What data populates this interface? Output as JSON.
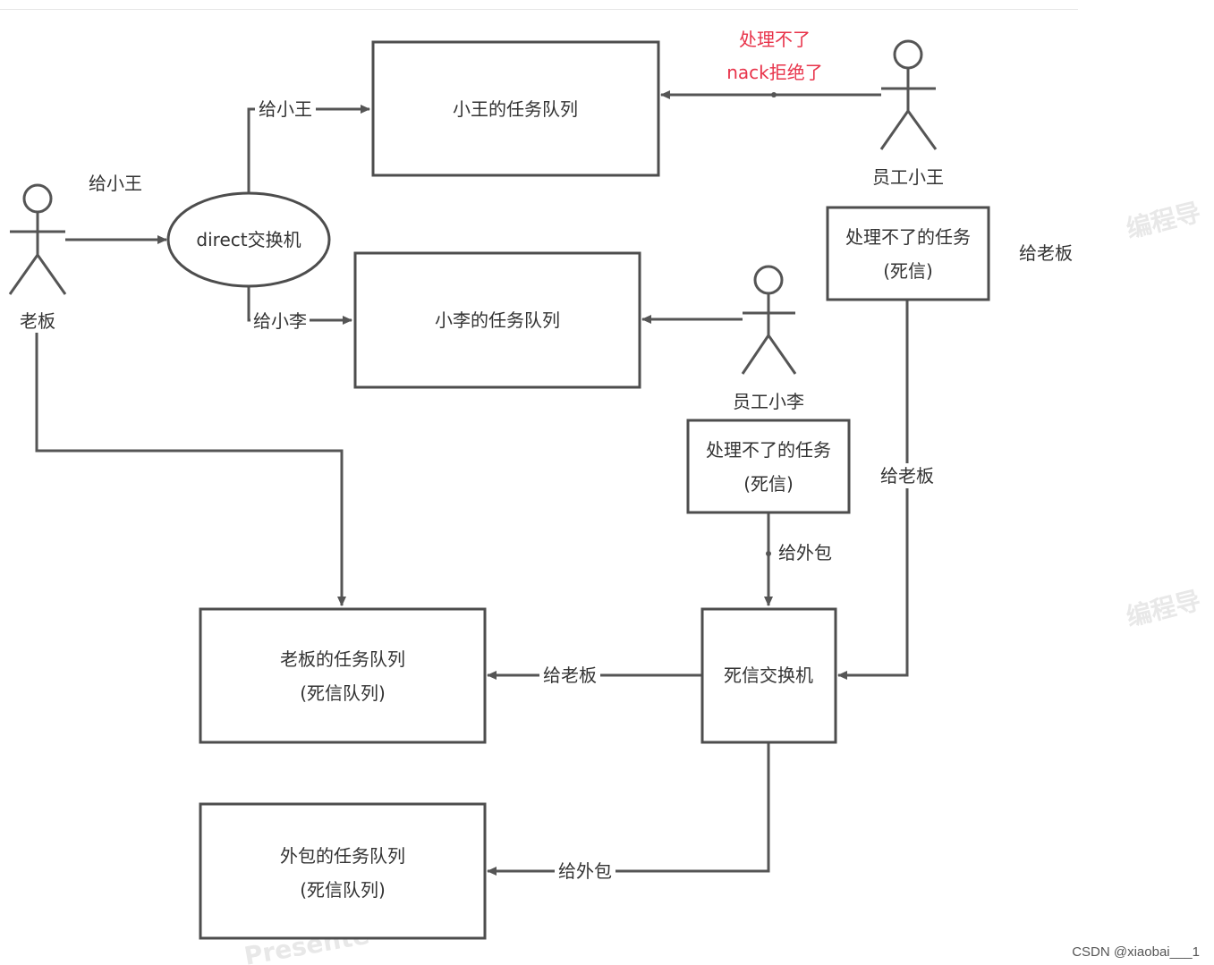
{
  "actors": {
    "boss": "老板",
    "wang": "员工小王",
    "li": "员工小李"
  },
  "exchanges": {
    "direct": "direct交换机",
    "dead_letter": "死信交换机"
  },
  "queues": {
    "wang": "小王的任务队列",
    "li": "小李的任务队列",
    "boss_line1": "老板的任务队列",
    "boss_line2": "(死信队列)",
    "outsource_line1": "外包的任务队列",
    "outsource_line2": "(死信队列)"
  },
  "dead_letter_boxes": {
    "wang_line1": "处理不了的任务",
    "wang_line2": "(死信)",
    "li_line1": "处理不了的任务",
    "li_line2": "(死信)"
  },
  "labels": {
    "to_wang_top": "给小王",
    "to_wang_edge": "给小王",
    "to_li_edge": "给小李",
    "nack_line1": "处理不了",
    "nack_line2": "nack拒绝了",
    "to_boss_side": "给老板",
    "to_boss_vertical": "给老板",
    "to_outsource_vertical": "给外包",
    "to_boss_queue": "给老板",
    "to_outsource_queue": "给外包"
  },
  "watermarks": {
    "wm1": "编程导",
    "wm2": "编程导",
    "wm3": "Presente"
  },
  "footer": {
    "credit": "CSDN @xiaobai___1"
  },
  "colors": {
    "stroke": "#555555",
    "text": "#333333",
    "highlight": "#e8334a"
  }
}
